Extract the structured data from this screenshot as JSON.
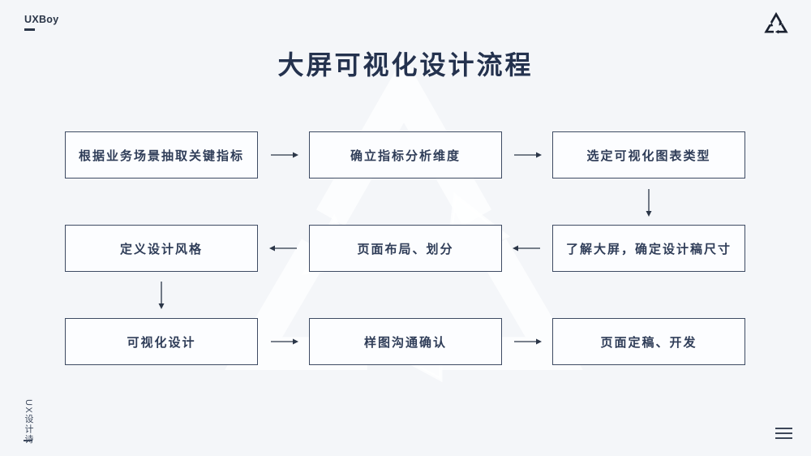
{
  "brand": {
    "top_left": "UXBoy",
    "bottom_left_vertical": "UX设计诗"
  },
  "title": "大屏可视化设计流程",
  "flow": {
    "rows": [
      {
        "direction": "right",
        "boxes": [
          "根据业务场景抽取关键指标",
          "确立指标分析维度",
          "选定可视化图表类型"
        ]
      },
      {
        "direction": "left",
        "boxes": [
          "定义设计风格",
          "页面布局、划分",
          "了解大屏，确定设计稿尺寸"
        ]
      },
      {
        "direction": "right",
        "boxes": [
          "可视化设计",
          "样图沟通确认",
          "页面定稿、开发"
        ]
      }
    ]
  },
  "icons": {
    "top_right_logo": "triangle-arrows-logo",
    "watermark": "triangle-arrows-logo",
    "bottom_right": "hamburger-menu"
  },
  "colors": {
    "background": "#f4f6f9",
    "box_background": "#fcfdff",
    "box_border": "#3e4b63",
    "text": "#2f3d58",
    "title": "#24324e",
    "logo": "#1a2130",
    "watermark": "rgba(255,255,255,0.72)"
  }
}
